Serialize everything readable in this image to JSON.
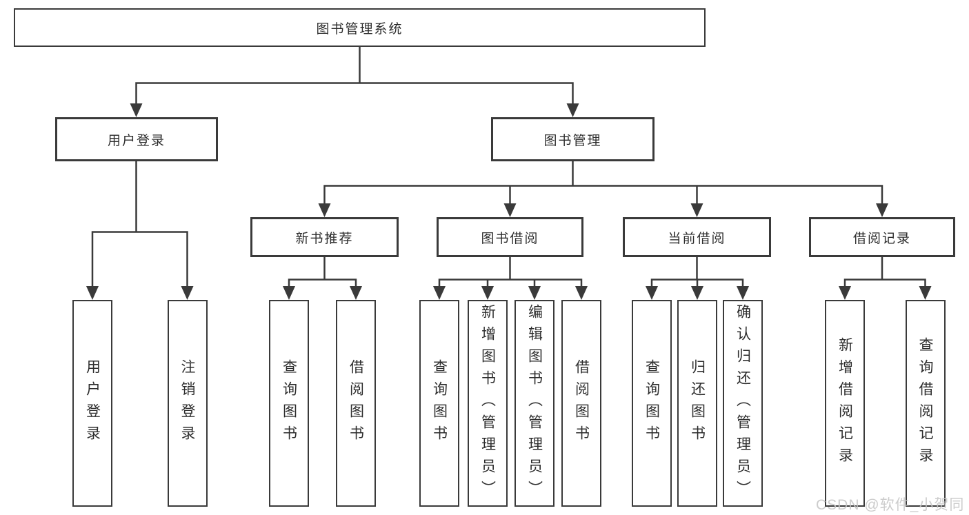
{
  "diagram": {
    "title": "图书管理系统",
    "tree": {
      "label": "图书管理系统",
      "children": [
        {
          "label": "用户登录",
          "children": [
            {
              "label": "用户登录"
            },
            {
              "label": "注销登录"
            }
          ]
        },
        {
          "label": "图书管理",
          "children": [
            {
              "label": "新书推荐",
              "children": [
                {
                  "label": "查询图书"
                },
                {
                  "label": "借阅图书"
                }
              ]
            },
            {
              "label": "图书借阅",
              "children": [
                {
                  "label": "查询图书"
                },
                {
                  "label": "新增图书（管理员）"
                },
                {
                  "label": "编辑图书（管理员）"
                },
                {
                  "label": "借阅图书"
                }
              ]
            },
            {
              "label": "当前借阅",
              "children": [
                {
                  "label": "查询图书"
                },
                {
                  "label": "归还图书"
                },
                {
                  "label": "确认归还（管理员）"
                }
              ]
            },
            {
              "label": "借阅记录",
              "children": [
                {
                  "label": "新增借阅记录"
                },
                {
                  "label": "查询借阅记录"
                }
              ]
            }
          ]
        }
      ]
    },
    "watermark": "CSDN @软件_小贺同学",
    "colors": {
      "line": "#3a3a3a",
      "text": "#2d2d2d",
      "background": "#ffffff",
      "watermark": "#c7c7c7"
    }
  }
}
